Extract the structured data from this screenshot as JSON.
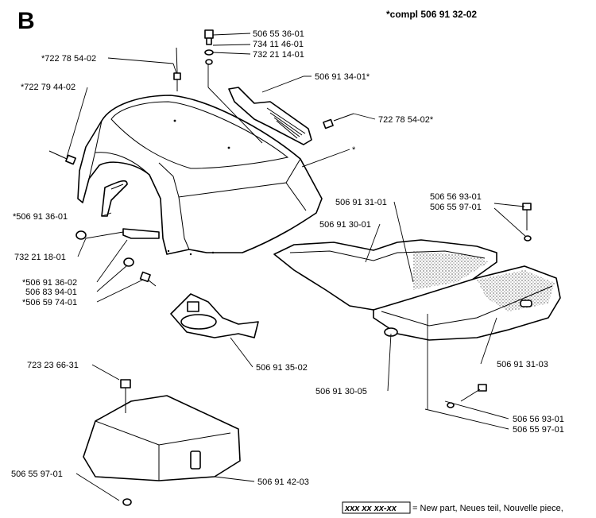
{
  "section_letter": "B",
  "assembly_number": "*compl 506 91 32-02",
  "labels": {
    "l1": "506 55 36-01",
    "l2": "734 11 46-01",
    "l3": "732 21 14-01",
    "l4": "*722 78 54-02",
    "l5": "506 91 34-01*",
    "l6": "*722 79 44-02",
    "l7": "722 78 54-02*",
    "l8": "*",
    "l9": "506 56 93-01",
    "l10": "506 55 97-01",
    "l11": "506 91 31-01",
    "l12": "*506 91 36-01",
    "l13": "506 91 30-01",
    "l14": "732 21 18-01",
    "l15": "*506 91 36-02",
    "l16": "506 83 94-01",
    "l17": "*506 59 74-01",
    "l18": "723 23 66-31",
    "l19": "506 91 35-02",
    "l20": "506 91 31-03",
    "l21": "506 91 30-05",
    "l22": "506 56 93-01",
    "l23": "506 55 97-01",
    "l24": "506 55 97-01",
    "l25": "506 91 42-03"
  },
  "legend": {
    "sample": "xxx xx xx-xx",
    "text": "= New part, Neues teil, Nouvelle piece,"
  }
}
